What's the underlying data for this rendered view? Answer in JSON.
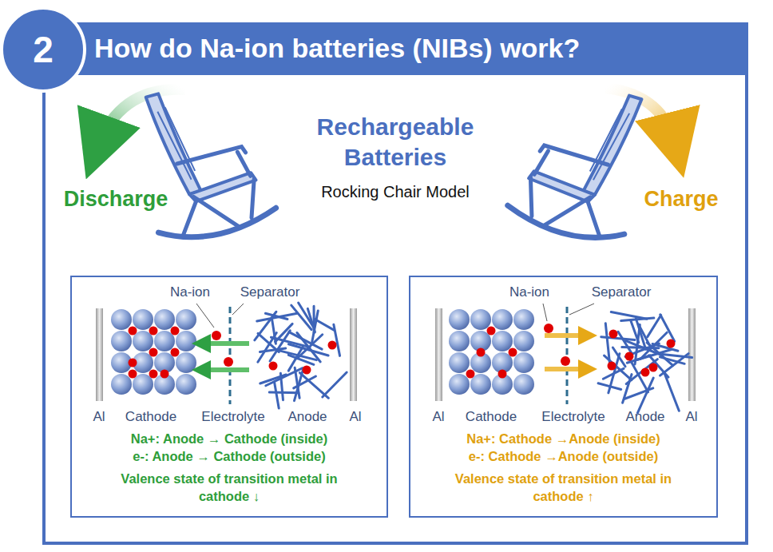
{
  "diagram": {
    "title": "How do Na-ion batteries (NIBs) work?",
    "nodes": [
      {
        "text": [
          "Na+: Anode → Cathode (inside)",
          "e-: Anode → Cathode (outside)",
          "Valence state of transition metal in cathode ↓"
        ]
      },
      {
        "text": [
          "Na+: Cathode →Anode (inside)",
          "e-: Cathode →Anode (outside)",
          "Valence state of transition metal in cathode ↑"
        ]
      }
    ],
    "labels": [
      "2",
      "Discharge",
      "Rechargeable Batteries",
      "Rocking Chair Model",
      "Charge",
      "Na-ion",
      "Separator",
      "Al",
      "Cathode",
      "Electrolyte",
      "Anode",
      "Al",
      "Na-ion",
      "Separator",
      "Al",
      "Cathode",
      "Electrolyte",
      "Anode",
      "Al"
    ]
  }
}
